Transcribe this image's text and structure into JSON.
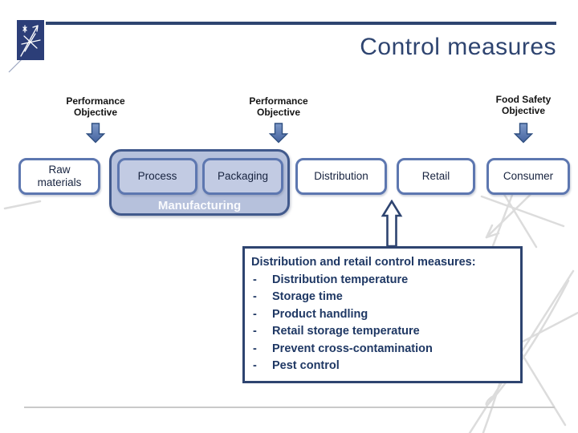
{
  "slide": {
    "title": "Control measures"
  },
  "objectives": [
    {
      "label": "Performance Objective"
    },
    {
      "label": "Performance Objective"
    },
    {
      "label": "Food Safety Objective"
    }
  ],
  "flow": {
    "raw_materials": "Raw materials",
    "manufacturing": {
      "label": "Manufacturing",
      "process": "Process",
      "packaging": "Packaging"
    },
    "distribution": "Distribution",
    "retail": "Retail",
    "consumer": "Consumer"
  },
  "callout": {
    "title": "Distribution and retail control measures:",
    "bullet_marker": "-",
    "bullets": [
      "Distribution temperature",
      "Storage time",
      "Product handling",
      "Retail storage temperature",
      "Prevent cross-contamination",
      "Pest control"
    ]
  },
  "colors": {
    "navy": "#2e4470",
    "box_border": "#5d77b0",
    "container_fill": "#b6c1dc",
    "container_border": "#41598c",
    "inner_box_fill": "#c2cbe3",
    "arrow_fill": "#4c6ca6",
    "text_dark": "#1f3864",
    "footer_rule": "#c9c9c9",
    "sketch_gray": "#d9d9d9"
  }
}
